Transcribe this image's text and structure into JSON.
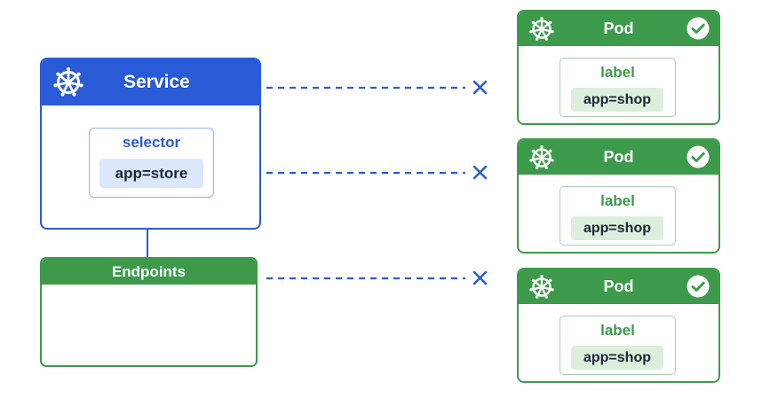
{
  "colors": {
    "service": "#2a5bd7",
    "endpoints": "#3d9a4a",
    "pod": "#3d9a4a",
    "link": "#2a5bd7"
  },
  "service": {
    "title": "Service",
    "icon": "kubernetes-wheel-icon",
    "selector_label": "selector",
    "selector_value": "app=store"
  },
  "endpoints": {
    "title": "Endpoints"
  },
  "pods": [
    {
      "title": "Pod",
      "status_icon": "check-circle-icon",
      "label_title": "label",
      "label_value": "app=shop"
    },
    {
      "title": "Pod",
      "status_icon": "check-circle-icon",
      "label_title": "label",
      "label_value": "app=shop"
    },
    {
      "title": "Pod",
      "status_icon": "check-circle-icon",
      "label_title": "label",
      "label_value": "app=shop"
    }
  ],
  "links": [
    {
      "from": "service",
      "to": "pod-1",
      "matched": false,
      "marker_icon": "x-icon"
    },
    {
      "from": "service",
      "to": "pod-2",
      "matched": false,
      "marker_icon": "x-icon"
    },
    {
      "from": "endpoints",
      "to": "pod-3",
      "matched": false,
      "marker_icon": "x-icon"
    }
  ]
}
